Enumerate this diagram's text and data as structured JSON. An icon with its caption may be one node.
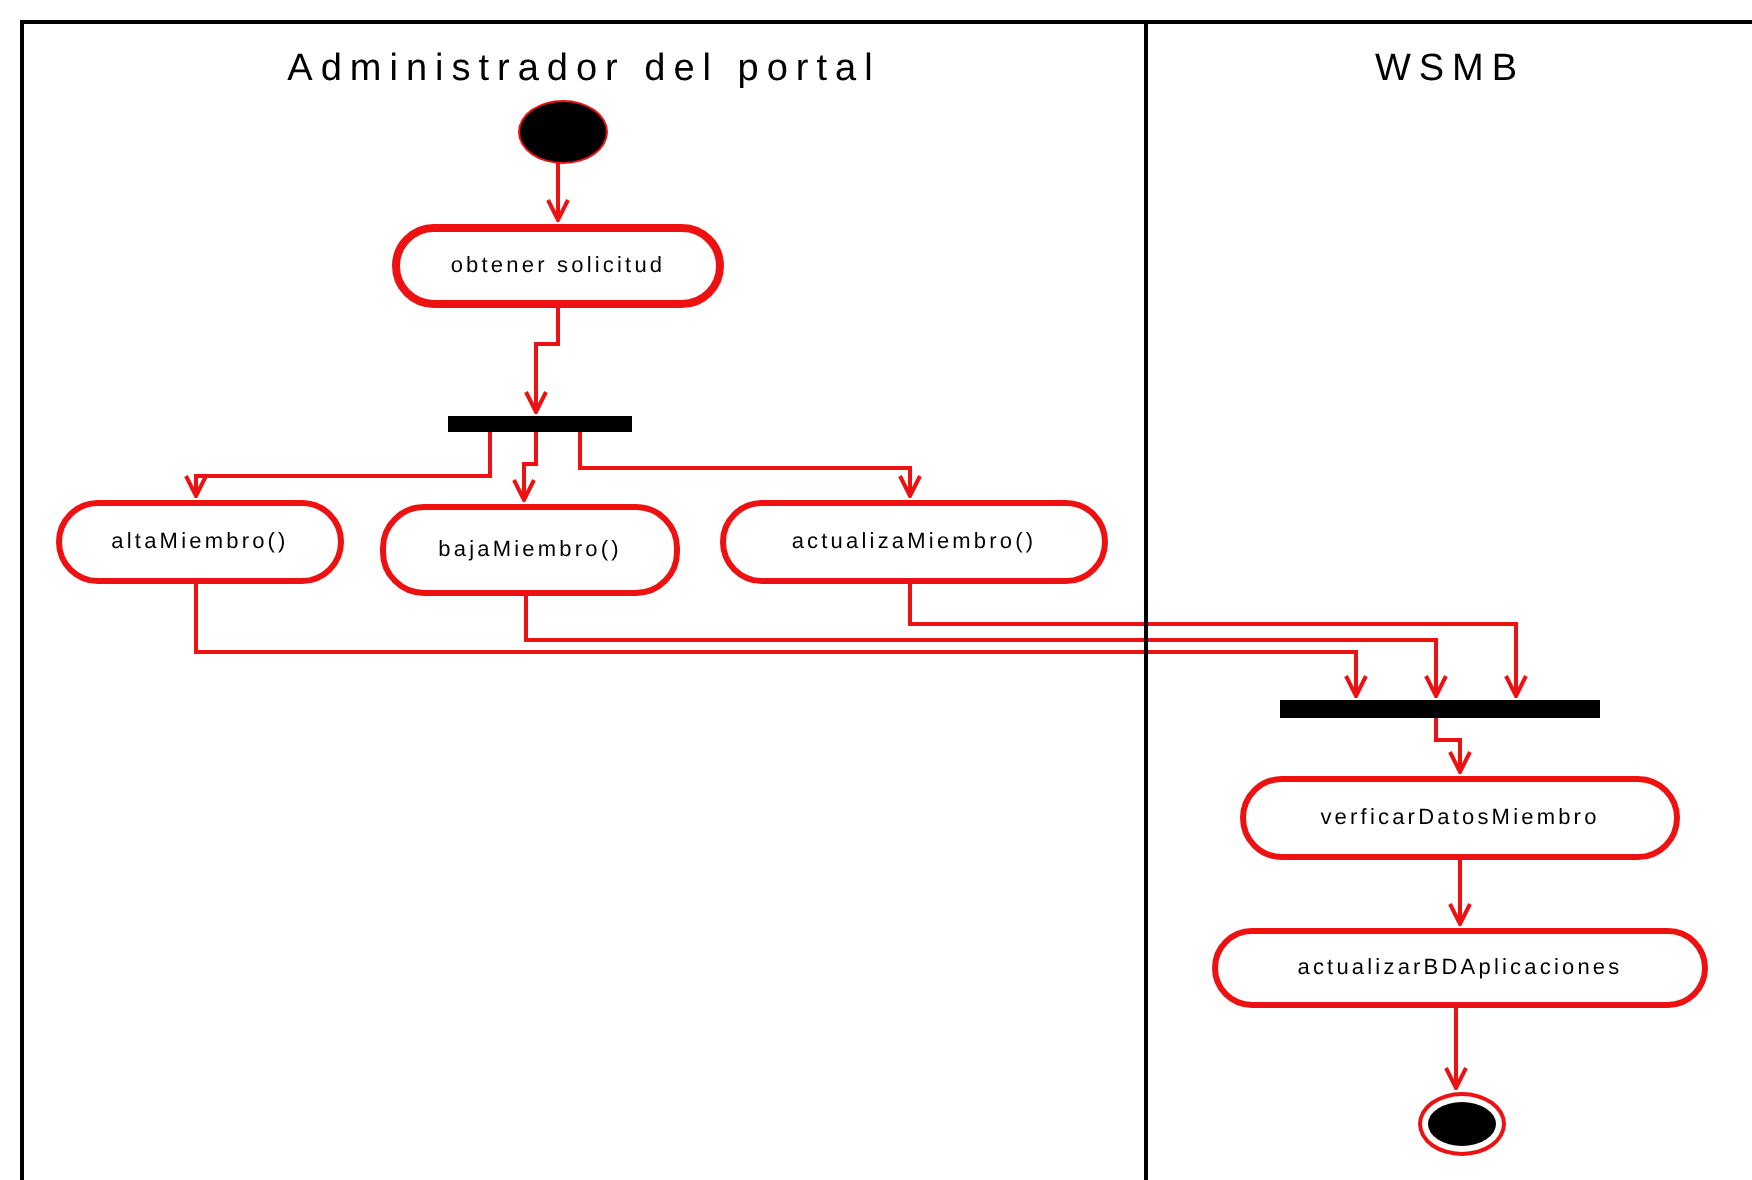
{
  "diagram": {
    "nodes": [
      {
        "text": [
          "Administrador del portal"
        ]
      },
      {
        "text": [
          "WSMB"
        ]
      },
      {
        "text": [],
        "shape": "circle",
        "in": 0
      },
      {
        "text": [
          "obtener solicitud"
        ],
        "in": 0
      },
      {
        "text": [],
        "shape": "bar",
        "in": 0
      },
      {
        "text": [
          "altaMiembro()"
        ],
        "in": 0
      },
      {
        "text": [
          "bajaMiembro()"
        ],
        "in": 0
      },
      {
        "text": [
          "actualizaMiembro()"
        ],
        "in": 0
      },
      {
        "text": [],
        "shape": "bar",
        "in": 1
      },
      {
        "text": [
          "verficarDatosMiembro"
        ],
        "in": 1
      },
      {
        "text": [
          "actualizarBDAplicaciones"
        ],
        "in": 1
      },
      {
        "text": [],
        "shape": "circle",
        "in": 1
      }
    ],
    "edges": [
      {
        "from": 2,
        "to": 3,
        "arrow": "to"
      },
      {
        "from": 3,
        "to": 4,
        "arrow": "to"
      },
      {
        "from": 4,
        "to": 5,
        "arrow": "to"
      },
      {
        "from": 4,
        "to": 6,
        "arrow": "to"
      },
      {
        "from": 4,
        "to": 7,
        "arrow": "to"
      },
      {
        "from": 5,
        "to": 8,
        "arrow": "to"
      },
      {
        "from": 6,
        "to": 8,
        "arrow": "to"
      },
      {
        "from": 7,
        "to": 8,
        "arrow": "to"
      },
      {
        "from": 8,
        "to": 9,
        "arrow": "to"
      },
      {
        "from": 9,
        "to": 10,
        "arrow": "to"
      },
      {
        "from": 10,
        "to": 11,
        "arrow": "to"
      }
    ]
  }
}
